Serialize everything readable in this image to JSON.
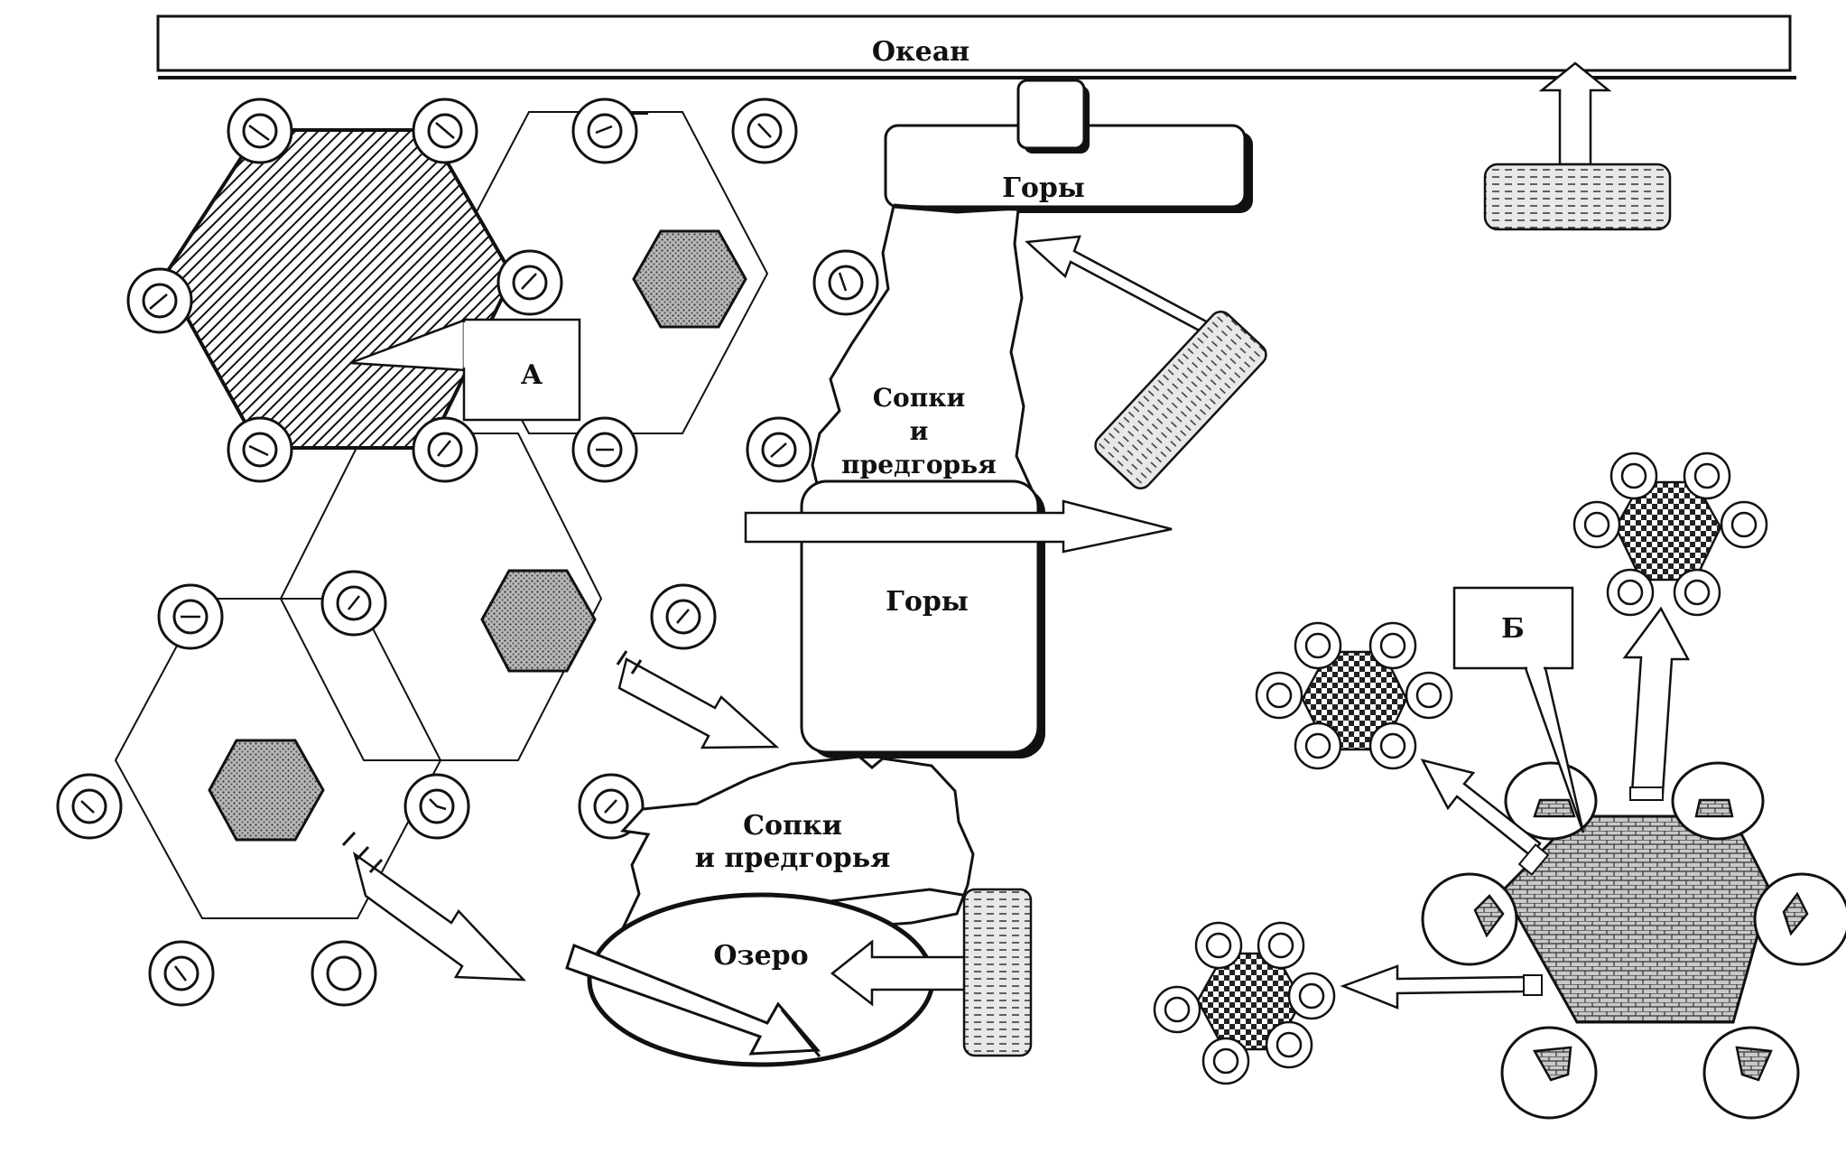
{
  "labels": {
    "ocean": "Океан",
    "mountains_top": "Горы",
    "hills_upper_line1": "Сопки",
    "hills_upper_line2": "и",
    "hills_upper_line3": "предгорья",
    "mountains_mid": "Горы",
    "hills_lower_line1": "Сопки",
    "hills_lower_line2": "и предгорья",
    "lake": "Озеро",
    "callout_a": "А",
    "callout_b": "Б"
  },
  "colors": {
    "ink": "#111111",
    "paper": "#ffffff"
  }
}
